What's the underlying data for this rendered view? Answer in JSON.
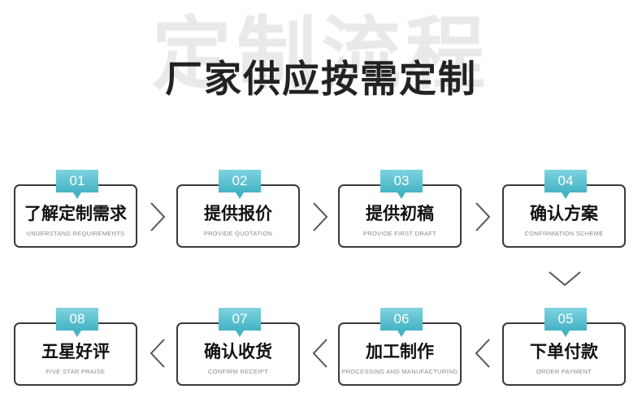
{
  "background_title": "定制流程",
  "main_title": "厂家供应按需定制",
  "steps": [
    {
      "num": "01",
      "label": "了解定制需求",
      "sub": "UNDERSTAND REQUIREMENTS"
    },
    {
      "num": "02",
      "label": "提供报价",
      "sub": "PROVIDE QUOTATION"
    },
    {
      "num": "03",
      "label": "提供初稿",
      "sub": "PROVIDE FIRST DRAFT"
    },
    {
      "num": "04",
      "label": "确认方案",
      "sub": "CONFIRMATION SCHEME"
    },
    {
      "num": "05",
      "label": "下单付款",
      "sub": "ORDER PAYMENT"
    },
    {
      "num": "06",
      "label": "加工制作",
      "sub": "PROCESSING AND MANUFACTURING"
    },
    {
      "num": "07",
      "label": "确认收货",
      "sub": "CONFIRM RECEIPT"
    },
    {
      "num": "08",
      "label": "五星好评",
      "sub": "FIVE STAR PRAISE"
    }
  ],
  "colors": {
    "badge": "#45b3c4",
    "border": "#3a3a3a",
    "arrow": "#555555"
  },
  "icons": {
    "next": "chevron-right-icon",
    "down": "chevron-down-icon",
    "prev": "chevron-left-icon"
  }
}
